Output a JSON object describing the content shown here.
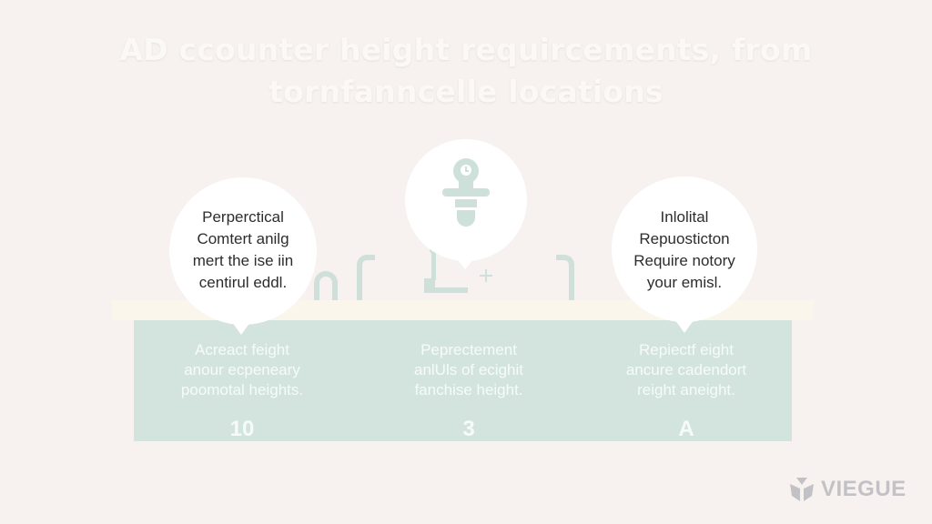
{
  "title": {
    "line1": "AD ccounter height requircements, from",
    "line2": "tornfanncelle locations"
  },
  "bubbles": [
    {
      "lines": [
        "Perperctical",
        "Comtert anilg",
        "mert the ise iin",
        "centirul eddl."
      ]
    },
    {
      "icon": "pacifier-clock-icon"
    },
    {
      "lines": [
        "Inlolital",
        "Repuosticton",
        "Require notory",
        "your emisl."
      ]
    }
  ],
  "columns": [
    {
      "lines": [
        "Acreact feight",
        "anour ecpeneary",
        "poomotal heights."
      ],
      "value": "10"
    },
    {
      "lines": [
        "Peprectement",
        "anlUls of ecighit",
        "fanchise height."
      ],
      "value": "3"
    },
    {
      "lines": [
        "Repiectf eight",
        "ancure cadendort",
        "reight aneight."
      ],
      "value": "A"
    }
  ],
  "logo": {
    "text": "VIEGUE",
    "icon": "leaf-shield-icon"
  },
  "colors": {
    "background": "#f7f2f0",
    "counter_body": "#d3e4de",
    "counter_top": "#fbf6ec",
    "accent": "#c9ddd6",
    "bubble": "#ffffff",
    "logo": "#c2c2c6"
  }
}
